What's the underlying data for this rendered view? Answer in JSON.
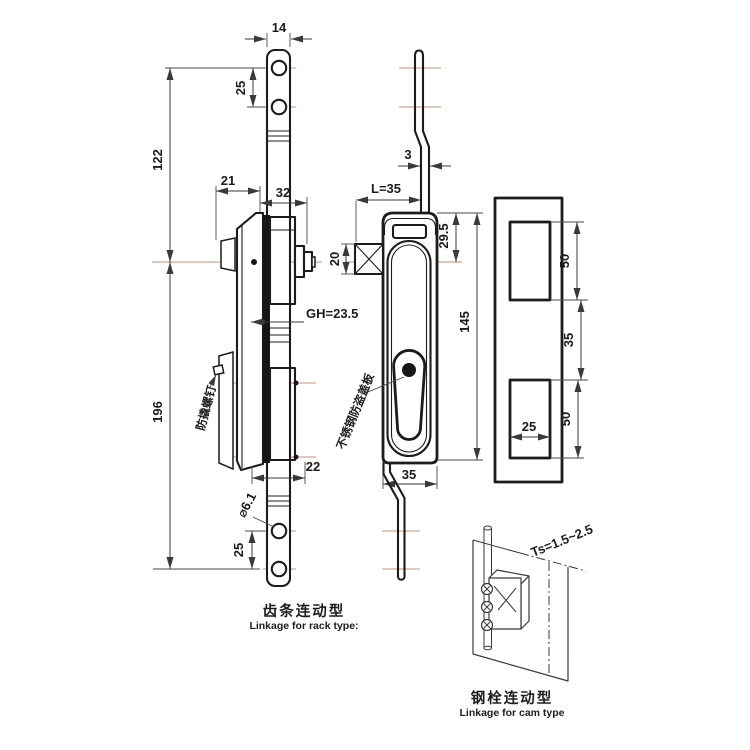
{
  "drawing": {
    "side_view": {
      "dim_bar_width": "14",
      "dim_hole_pitch_top": "25",
      "dim_upper_length": "122",
      "dim_lower_length": "196",
      "dim_offset": "21",
      "dim_body_depth": "32",
      "dim_grip_height": "GH=23.5",
      "dim_bottom_depth": "22",
      "dim_hole_diameter": "⌀6.1",
      "dim_hole_pitch_bottom": "25",
      "label_anti_pry_screw": "防撬螺钉"
    },
    "front_view": {
      "dim_rod_thickness": "3",
      "dim_latch_length": "L=35",
      "dim_top_to_center": "29.5",
      "dim_latch_height": "20",
      "dim_body_height": "145",
      "dim_body_width": "35",
      "label_cover_plate": "不锈钢防盗盖板"
    },
    "cutout_view": {
      "dim_upper_cutout_height": "50",
      "dim_cutout_gap": "35",
      "dim_lower_cutout_height": "50",
      "dim_cutout_width": "25"
    },
    "rack_type": {
      "caption_zh": "齿条连动型",
      "caption_en": "Linkage for rack type:"
    },
    "cam_type": {
      "dim_panel_thickness": "Ts=1.5~2.5",
      "caption_zh": "钢栓连动型",
      "caption_en": "Linkage for cam type"
    },
    "colors": {
      "line": "#1c1c1c",
      "centerline": "#c9907e",
      "dimension": "#3a3a3a",
      "background": "#ffffff"
    }
  }
}
